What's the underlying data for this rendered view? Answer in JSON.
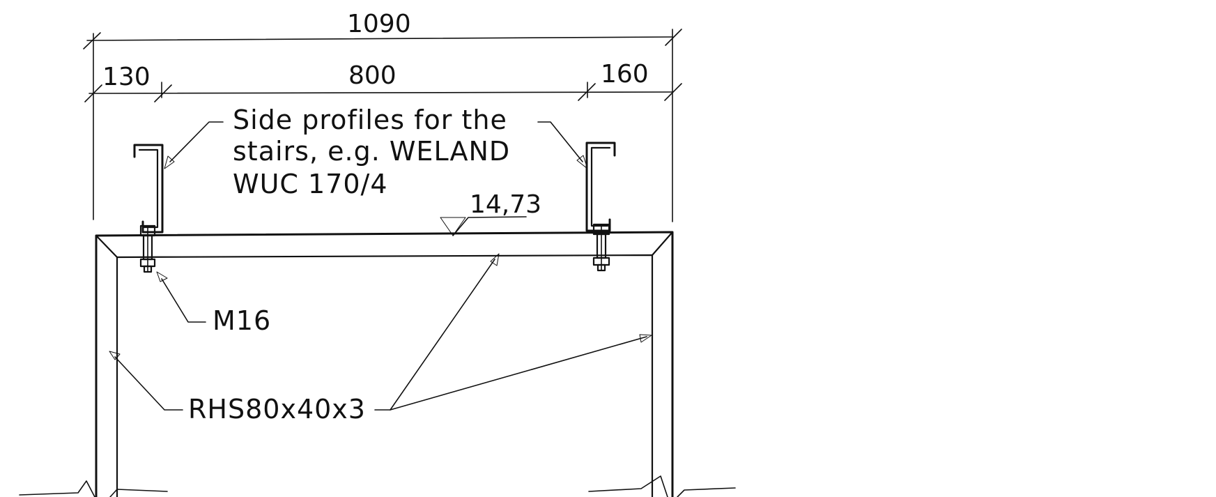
{
  "dimensions": {
    "overall": "1090",
    "left": "130",
    "middle": "800",
    "right": "160"
  },
  "level": "14,73",
  "labels": {
    "side_profiles_line1": "Side profiles for the",
    "side_profiles_line2": "stairs, e.g. WELAND",
    "side_profiles_line3": "WUC 170/4",
    "bolt": "M16",
    "frame_section": "RHS80x40x3"
  }
}
